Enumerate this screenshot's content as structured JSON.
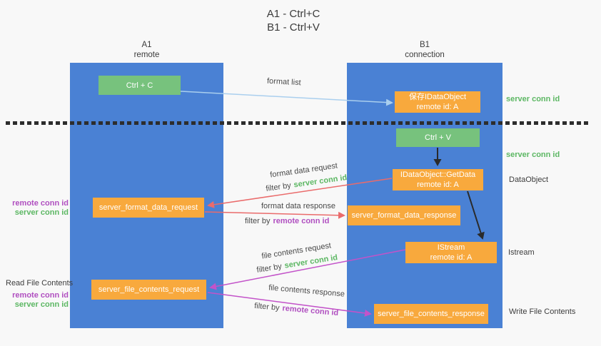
{
  "title": {
    "line1": "A1 - Ctrl+C",
    "line2": "B1 - Ctrl+V"
  },
  "lanes": {
    "left": {
      "name": "A1",
      "role": "remote"
    },
    "right": {
      "name": "B1",
      "role": "connection"
    }
  },
  "nodes": {
    "ctrl_c": {
      "label": "Ctrl + C"
    },
    "save_dataobject": {
      "line1": "保存IDataObject",
      "line2": "remote id: A"
    },
    "ctrl_v": {
      "label": "Ctrl + V"
    },
    "getdata": {
      "line1": "IDataObject::GetData",
      "line2": "remote id: A"
    },
    "format_request": {
      "label": "server_format_data_request"
    },
    "format_response": {
      "label": "server_format_data_response"
    },
    "istream": {
      "line1": "IStream",
      "line2": "remote id: A"
    },
    "file_request": {
      "label": "server_file_contents_request"
    },
    "file_response": {
      "label": "server_file_contents_response"
    }
  },
  "edges": {
    "format_list": {
      "label": "format list"
    },
    "format_data_request": {
      "label": "format data request",
      "filter_prefix": "filter by",
      "filter_key": "server conn id"
    },
    "format_data_response": {
      "label": "format data response",
      "filter_prefix": "filter by",
      "filter_key": "remote conn id"
    },
    "file_contents_request": {
      "label": "file contents request",
      "filter_prefix": "filter by",
      "filter_key": "server conn id"
    },
    "file_contents_response": {
      "label": "file contents response",
      "filter_prefix": "filter by",
      "filter_key": "remote conn id"
    }
  },
  "annotations": {
    "left": {
      "format_remote": "remote conn id",
      "format_server": "server conn id",
      "read_file": "Read File Contents",
      "file_remote": "remote conn id",
      "file_server": "server conn id"
    },
    "right": {
      "server_conn_top": "server conn id",
      "server_conn_mid": "server conn id",
      "data_object": "DataObject",
      "istream": "Istream",
      "write_file": "Write File Contents"
    }
  },
  "colors": {
    "lane_blue": "#4a81d4",
    "node_green": "#77c27d",
    "node_orange": "#f8a93d",
    "server_conn_green": "#5cb763",
    "remote_conn_purple": "#b04fc0",
    "arrow_red": "#ea6b6b",
    "arrow_magenta": "#c353c9",
    "arrow_light_blue": "#aacfee",
    "arrow_black": "#2a2a2a",
    "background": "#f8f8f8"
  }
}
